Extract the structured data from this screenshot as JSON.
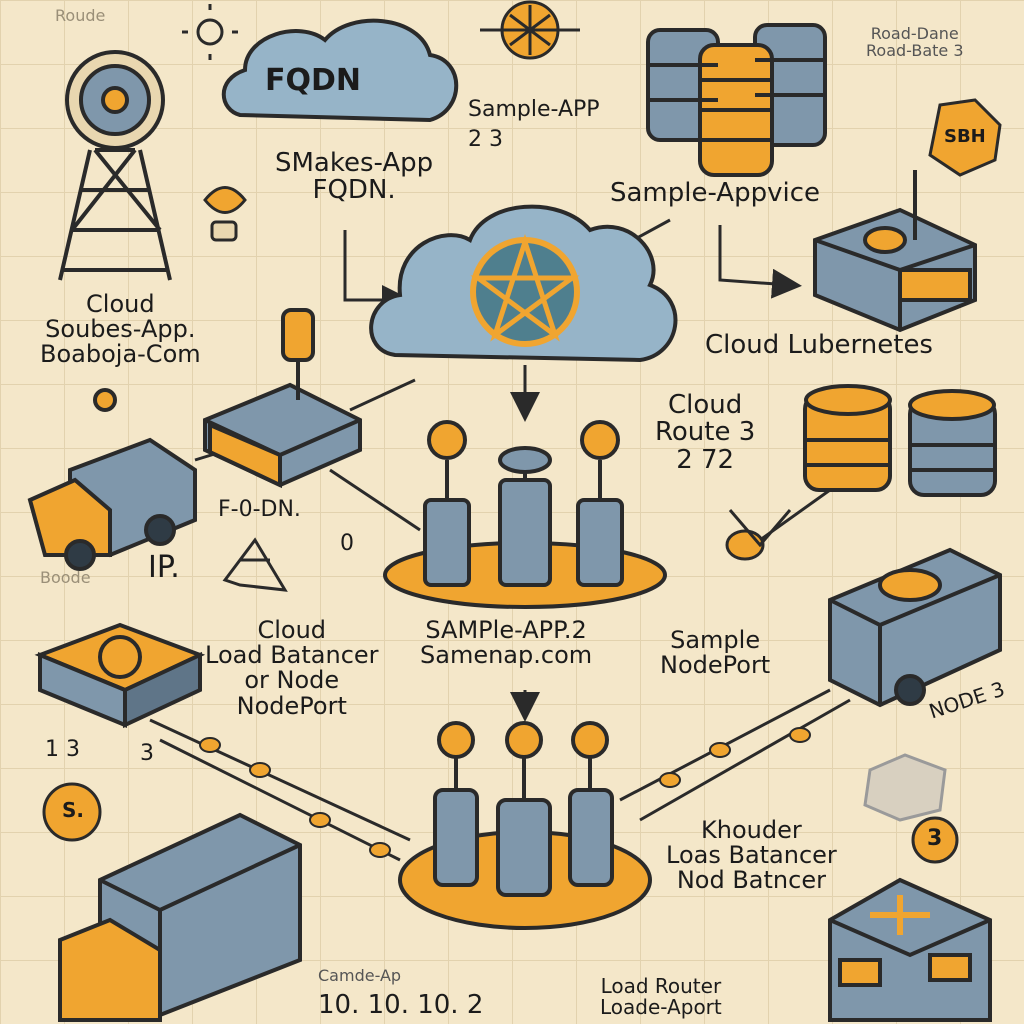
{
  "labels": {
    "fqdn_cloud": "FQDN",
    "sample_app_2": "Sample-APP\n2 3",
    "smakes_fqdn": "SMakes-App\nFQDN.",
    "sample_appvice": "Sample-Appvice",
    "sbh_badge": "SBH",
    "top_left_faint": "Roude",
    "top_right_faint": "Road-Dane\nRoad-Bate 3",
    "cloud_soubes": "Cloud\nSoubes-App.\nBoaboja-Com",
    "cloud_lubernetes": "Cloud Lubernetes",
    "cloud_route": "Cloud\nRoute 3\n2 72",
    "f_odn": "F-0-DN.",
    "o_mark": "0",
    "ip": "IP.",
    "left_faint": "Boode",
    "cloud_lb": "Cloud\nLoad Batancer\nor Node\nNodePort",
    "sample_app_center": "SAMPle-APP.2\nSamenap.com",
    "sample_nodeport": "Sample\nNodePort",
    "node_3": "NODE 3",
    "num_1_3": "1 3",
    "num_3": "3",
    "s_badge": "S.",
    "khouder": "Khouder\nLoas Batancer\nNod Batncer",
    "circle_3": "3",
    "bottom_ip_faint": "Camde-Ap",
    "bottom_ip": "10. 10. 10. 2",
    "bottom_load": "Load Router\nLoade-Aport"
  },
  "colors": {
    "paper": "#f4e7c9",
    "ink": "#1b1b1b",
    "steel": "#7f97ab",
    "cloud": "#96b4c8",
    "orange": "#f0a530",
    "dark_steel": "#5f7588"
  }
}
